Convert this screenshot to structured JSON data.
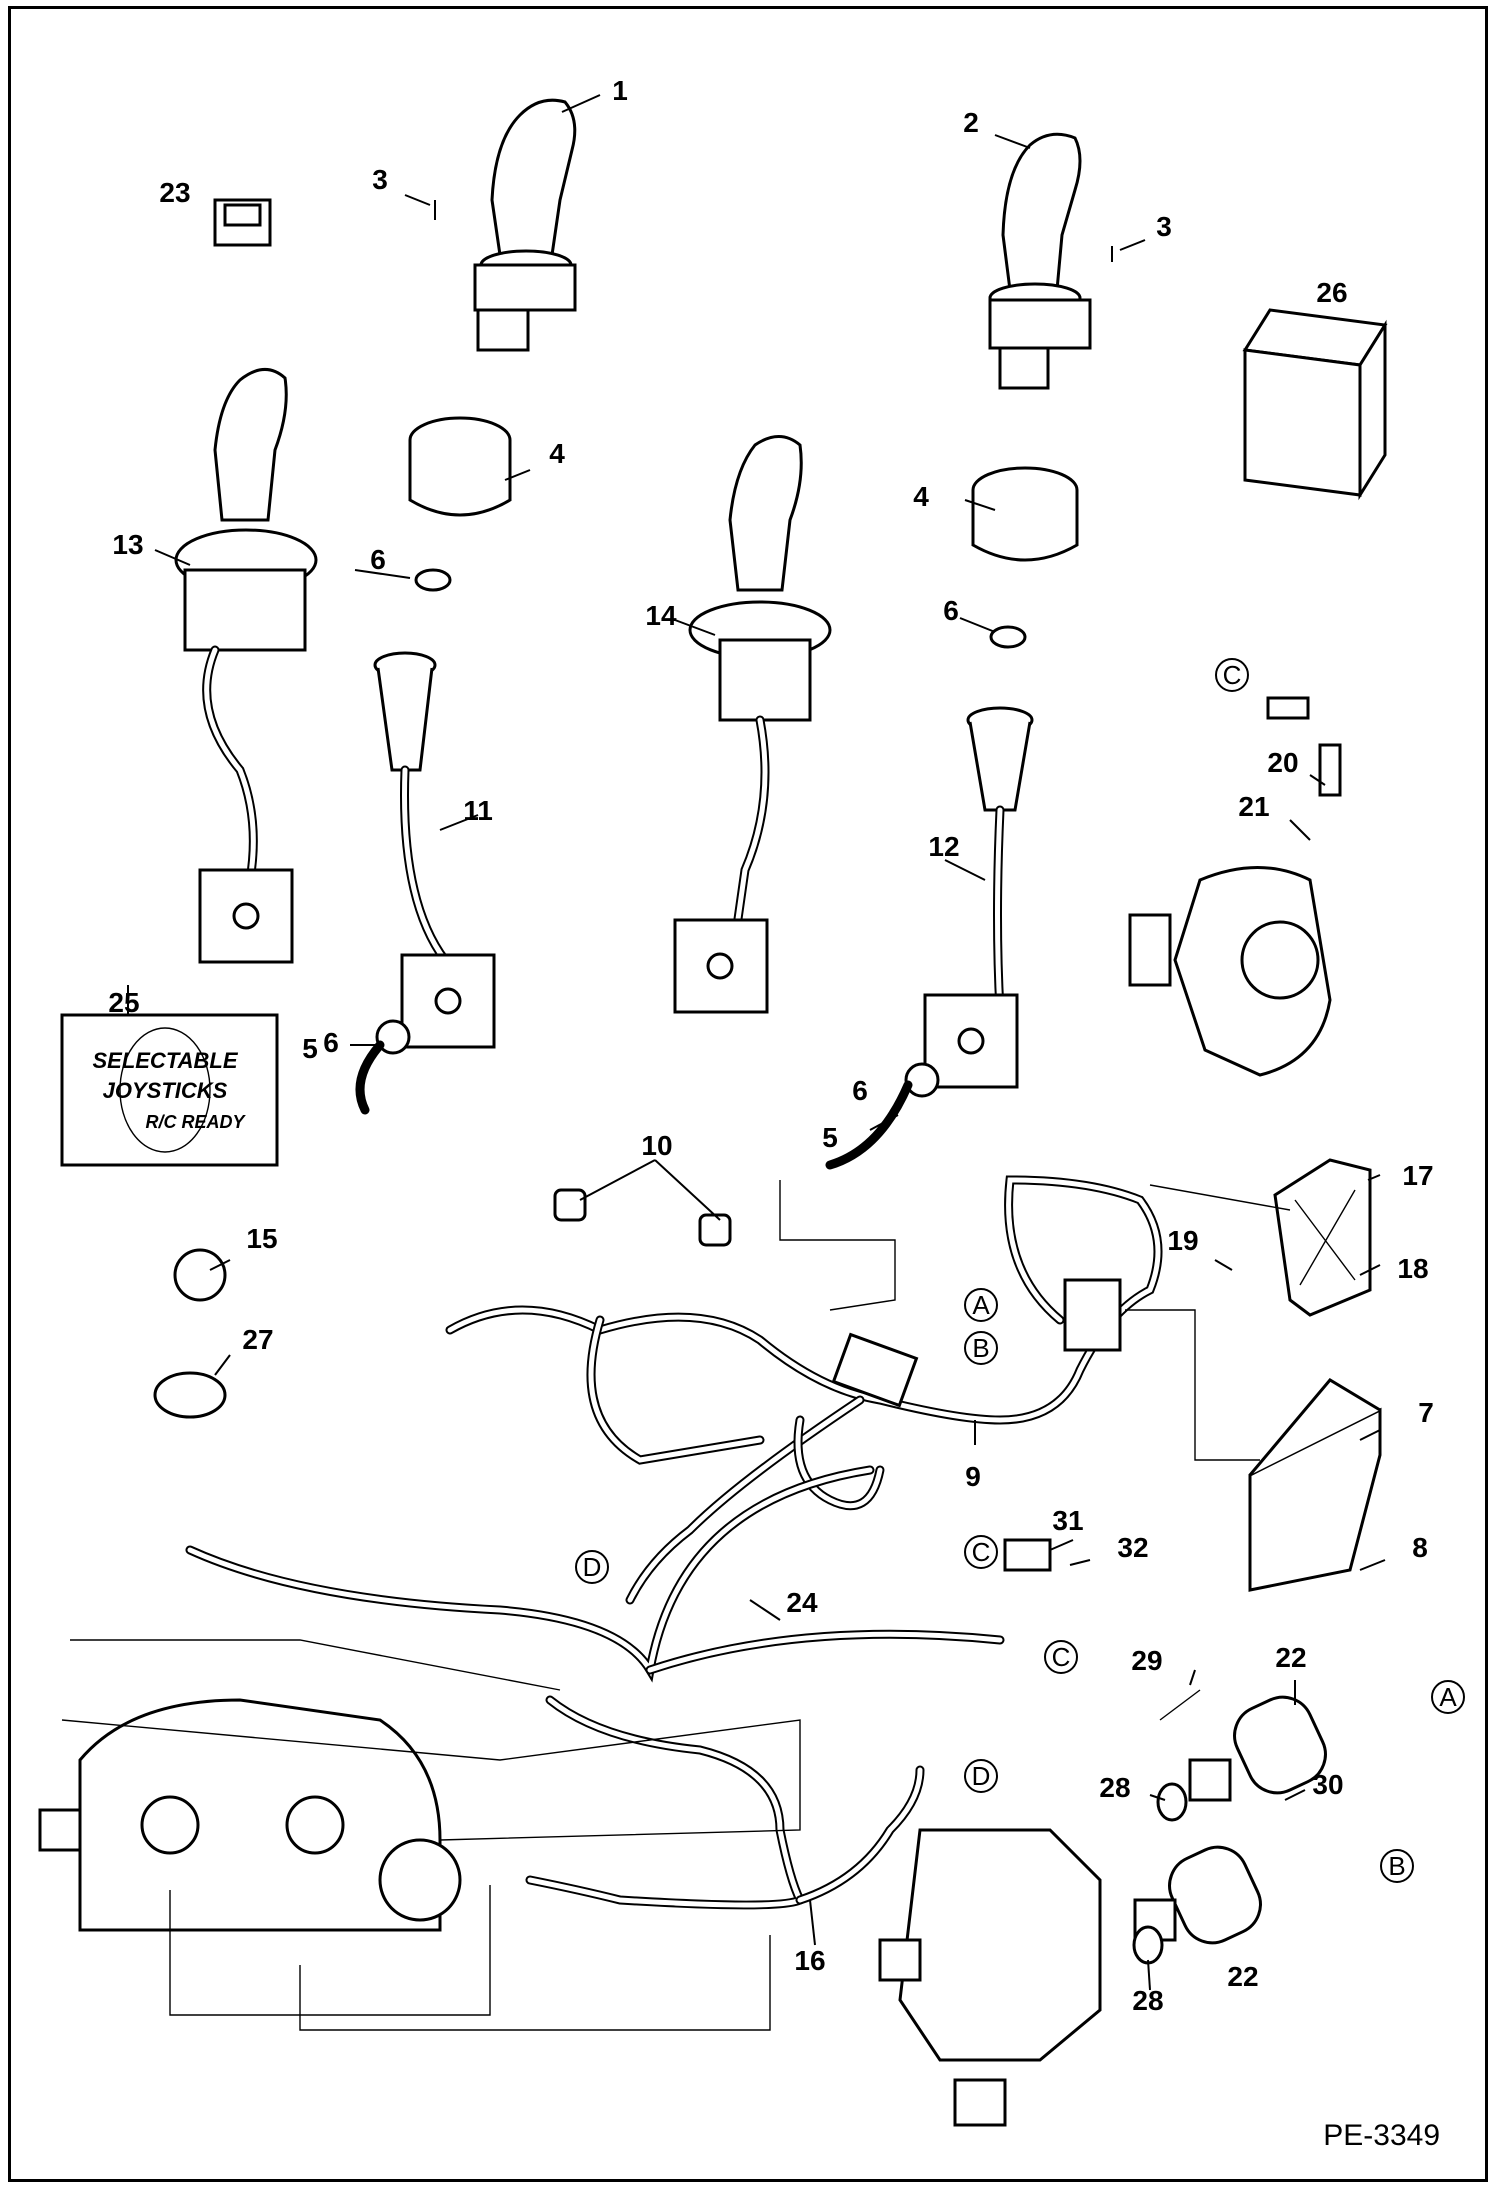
{
  "diagram": {
    "drawing_number": "PE-3349",
    "part_labels": [
      "1",
      "2",
      "3",
      "3",
      "4",
      "4",
      "5",
      "5",
      "6",
      "6",
      "6",
      "6",
      "7",
      "8",
      "9",
      "10",
      "11",
      "12",
      "13",
      "14",
      "15",
      "16",
      "17",
      "18",
      "19",
      "20",
      "21",
      "22",
      "22",
      "23",
      "24",
      "25",
      "26",
      "27",
      "28",
      "28",
      "29",
      "30",
      "31",
      "32"
    ],
    "connector_refs": [
      "A",
      "A",
      "B",
      "B",
      "C",
      "C",
      "C",
      "D",
      "D"
    ],
    "decal_25_text": [
      "SELECTABLE",
      "JOYSTICKS",
      "R/C READY"
    ]
  }
}
